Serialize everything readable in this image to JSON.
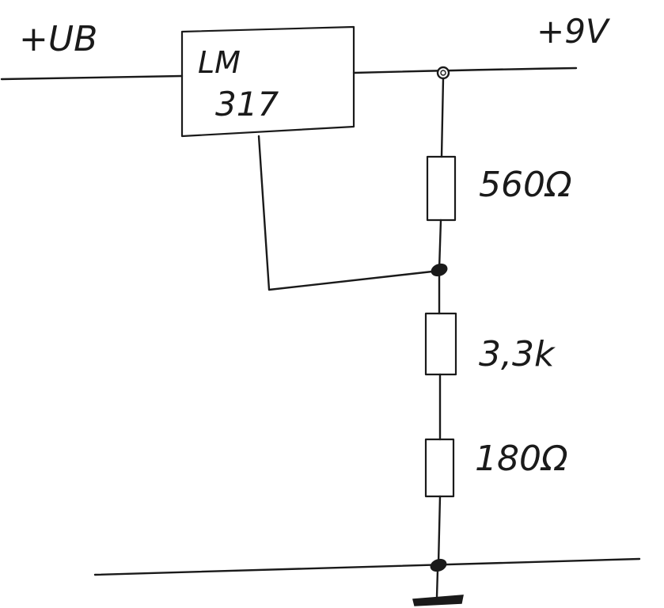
{
  "labels": {
    "input_voltage": "+UB",
    "output_voltage": "+9V",
    "regulator_line1": "LM",
    "regulator_line2": "317",
    "r1_value": "560Ω",
    "r2_value": "3,3k",
    "r3_value": "180Ω"
  },
  "colors": {
    "ink": "#1a1a1a",
    "paper": "#ffffff"
  }
}
